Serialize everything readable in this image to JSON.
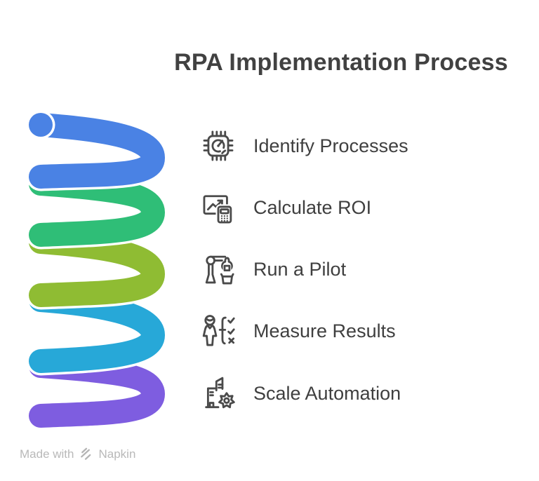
{
  "title": "RPA Implementation Process",
  "steps": [
    {
      "label": "Identify Processes",
      "icon": "processor-gauge-icon"
    },
    {
      "label": "Calculate ROI",
      "icon": "chart-calculator-icon"
    },
    {
      "label": "Run a Pilot",
      "icon": "robot-arm-icon"
    },
    {
      "label": "Measure Results",
      "icon": "person-checklist-icon"
    },
    {
      "label": "Scale Automation",
      "icon": "building-gear-icon"
    }
  ],
  "spiral": {
    "segments": [
      {
        "name": "coil-turn-1",
        "color": "#4a82e4"
      },
      {
        "name": "coil-turn-2",
        "color": "#2fbe77"
      },
      {
        "name": "coil-turn-3",
        "color": "#8fbc33"
      },
      {
        "name": "coil-turn-4",
        "color": "#27a8d8"
      },
      {
        "name": "coil-turn-5",
        "color": "#7e5de0"
      }
    ]
  },
  "footer": {
    "prefix": "Made with",
    "brand": "Napkin"
  },
  "colors": {
    "title_text": "#414141",
    "step_text": "#3f3f3f",
    "icon_stroke": "#4a4a4a",
    "footer_text": "#b9b9b9",
    "background": "#ffffff"
  }
}
